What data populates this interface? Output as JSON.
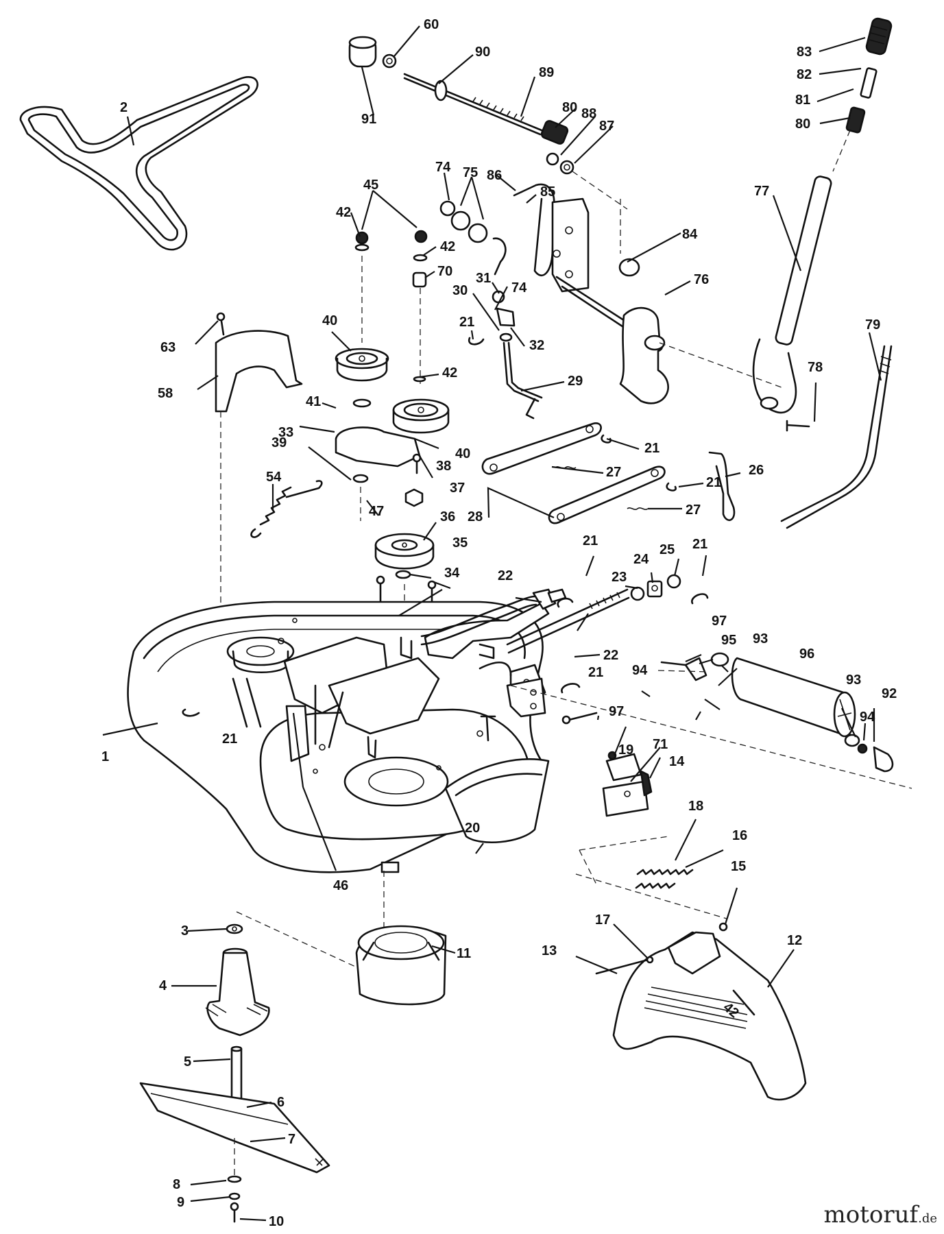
{
  "diagram": {
    "labels": [
      {
        "text": "2"
      },
      {
        "text": "60"
      },
      {
        "text": "90"
      },
      {
        "text": "91"
      },
      {
        "text": "89"
      },
      {
        "text": "80"
      },
      {
        "text": "88"
      },
      {
        "text": "87"
      },
      {
        "text": "83"
      },
      {
        "text": "82"
      },
      {
        "text": "81"
      },
      {
        "text": "80"
      },
      {
        "text": "74"
      },
      {
        "text": "75"
      },
      {
        "text": "86"
      },
      {
        "text": "85"
      },
      {
        "text": "45"
      },
      {
        "text": "42"
      },
      {
        "text": "42"
      },
      {
        "text": "70"
      },
      {
        "text": "84"
      },
      {
        "text": "77"
      },
      {
        "text": "31"
      },
      {
        "text": "30"
      },
      {
        "text": "74"
      },
      {
        "text": "76"
      },
      {
        "text": "21"
      },
      {
        "text": "32"
      },
      {
        "text": "40"
      },
      {
        "text": "63"
      },
      {
        "text": "79"
      },
      {
        "text": "42"
      },
      {
        "text": "29"
      },
      {
        "text": "58"
      },
      {
        "text": "78"
      },
      {
        "text": "41"
      },
      {
        "text": "33"
      },
      {
        "text": "40"
      },
      {
        "text": "21"
      },
      {
        "text": "39"
      },
      {
        "text": "38"
      },
      {
        "text": "26"
      },
      {
        "text": "27"
      },
      {
        "text": "54"
      },
      {
        "text": "37"
      },
      {
        "text": "21"
      },
      {
        "text": "28"
      },
      {
        "text": "27"
      },
      {
        "text": "47"
      },
      {
        "text": "36"
      },
      {
        "text": "21"
      },
      {
        "text": "35"
      },
      {
        "text": "21"
      },
      {
        "text": "24"
      },
      {
        "text": "25"
      },
      {
        "text": "34"
      },
      {
        "text": "22"
      },
      {
        "text": "23"
      },
      {
        "text": "97"
      },
      {
        "text": "95"
      },
      {
        "text": "93"
      },
      {
        "text": "22"
      },
      {
        "text": "96"
      },
      {
        "text": "94"
      },
      {
        "text": "21"
      },
      {
        "text": "93"
      },
      {
        "text": "92"
      },
      {
        "text": "97"
      },
      {
        "text": "94"
      },
      {
        "text": "21"
      },
      {
        "text": "1"
      },
      {
        "text": "19"
      },
      {
        "text": "71"
      },
      {
        "text": "14"
      },
      {
        "text": "20"
      },
      {
        "text": "18"
      },
      {
        "text": "16"
      },
      {
        "text": "46"
      },
      {
        "text": "15"
      },
      {
        "text": "3"
      },
      {
        "text": "17"
      },
      {
        "text": "12"
      },
      {
        "text": "11"
      },
      {
        "text": "13"
      },
      {
        "text": "4"
      },
      {
        "text": "5"
      },
      {
        "text": "6"
      },
      {
        "text": "7"
      },
      {
        "text": "8"
      },
      {
        "text": "9"
      },
      {
        "text": "10"
      }
    ],
    "deck_cover_emblem": "42"
  },
  "watermark": {
    "text": "motoruf",
    "suffix": ".de"
  }
}
